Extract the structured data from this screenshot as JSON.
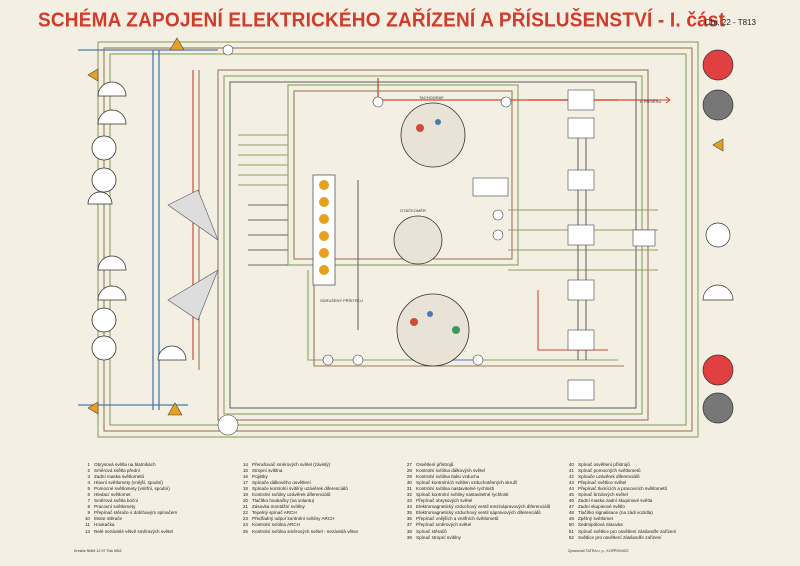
{
  "title": "SCHÉMA ZAPOJENÍ ELEKTRICKÉHO ZAŘÍZENÍ A PŘÍSLUŠENSTVÍ - I. část",
  "figure_ref": "Obr. 22 - T813",
  "diagram_labels": {
    "tachograph": "TACHOGRAF",
    "speedometer": "OTÁČKOMĚR",
    "combined_meter": "SDRUŽENÝ PŘÍSTROJ",
    "trailer_arrow": "K PŘÍVĚSU"
  },
  "legend_col1": [
    {
      "n": "1",
      "text": "Obrysová světla na blatníkách"
    },
    {
      "n": "2",
      "text": "Směrová světla přední"
    },
    {
      "n": "3",
      "text": "Zadní maska světlometů"
    },
    {
      "n": "4",
      "text": "Hlavní světlomety (vnější, spodní)"
    },
    {
      "n": "5",
      "text": "Pomocné světlomety (vnitřní, spodní)"
    },
    {
      "n": "6",
      "text": "Hledací světlomet"
    },
    {
      "n": "7",
      "text": "Směrová světla boční"
    },
    {
      "n": "8",
      "text": "Pracovní světlomety"
    },
    {
      "n": "9",
      "text": "Přepínač stěrače s dobíhavým spínačem"
    },
    {
      "n": "10",
      "text": "Motor stěrače"
    },
    {
      "n": "11",
      "text": "Houkačka"
    },
    {
      "n": "13",
      "text": "Relé nezávislé větvě směrových světel"
    }
  ],
  "legend_col2": [
    {
      "n": "14",
      "text": "Přerušovač směrových světel (závislý)"
    },
    {
      "n": "15",
      "text": "Stropní svítilna"
    },
    {
      "n": "16",
      "text": "Pojistky"
    },
    {
      "n": "17",
      "text": "Spínače dálkového osvětlení"
    },
    {
      "n": "18",
      "text": "Spínače kontrolní svítilny uzávěrek diferenciálů"
    },
    {
      "n": "19",
      "text": "Kontrolní svítilny uzávěrek diferenciálů"
    },
    {
      "n": "20",
      "text": "Tlačítko houkačky (na volantu)"
    },
    {
      "n": "21",
      "text": "Zásuvka montážní svítilny"
    },
    {
      "n": "22",
      "text": "Tepelný spínač ARCH"
    },
    {
      "n": "23",
      "text": "Předřadný odpor kontrolní svítilny ARCH"
    },
    {
      "n": "24",
      "text": "Kontrolní svítilna ARCH"
    },
    {
      "n": "25",
      "text": "Kontrolní svítilna směrových světel - nezávislá větev"
    }
  ],
  "legend_col3": [
    {
      "n": "27",
      "text": "Osvětlení přístrojů"
    },
    {
      "n": "28",
      "text": "Kontrolní svítilna dálkových světel"
    },
    {
      "n": "29",
      "text": "Kontrolní svítilna tlaku vzduchu"
    },
    {
      "n": "30",
      "text": "Spínač kontrolních svítilen vzduchotěsných skruží"
    },
    {
      "n": "31",
      "text": "Kontrolní svítilna nastavitelné rychlosti"
    },
    {
      "n": "32",
      "text": "Spínač kontrolní svítilny nastavitelné rychlosti"
    },
    {
      "n": "33",
      "text": "Přepínač obrysových světel"
    },
    {
      "n": "34",
      "text": "Elektromagnetický vzduchový ventil mezinápravových diferenciálů"
    },
    {
      "n": "35",
      "text": "Elektromagnetický vzduchový ventil nápravových diferenciálů"
    },
    {
      "n": "36",
      "text": "Přepínač vnějších a vnitřních světlometů"
    },
    {
      "n": "37",
      "text": "Přepínač směrových světel"
    },
    {
      "n": "38",
      "text": "Spínač stěračů"
    },
    {
      "n": "39",
      "text": "Spínač stropní svítilny"
    }
  ],
  "legend_col4": [
    {
      "n": "40",
      "text": "Spínač osvětlení přístrojů"
    },
    {
      "n": "41",
      "text": "Spínač pomocných světlometů"
    },
    {
      "n": "42",
      "text": "Spínače uzávěrek diferenciálů"
    },
    {
      "n": "43",
      "text": "Přepínač světlice světel"
    },
    {
      "n": "44",
      "text": "Přepínač tlumících a pracovních světlometů"
    },
    {
      "n": "45",
      "text": "Spínač brzdových světel"
    },
    {
      "n": "46",
      "text": "Zadní maska zadní skupinové světla"
    },
    {
      "n": "47",
      "text": "Zadní skupinové světlo"
    },
    {
      "n": "48",
      "text": "Tlačítko signalisace (na zádi vozidla)"
    },
    {
      "n": "49",
      "text": "Zpětný světlomet"
    },
    {
      "n": "50",
      "text": "Sedmipólová zásuvka"
    },
    {
      "n": "51",
      "text": "Spínač světlice pro osvětlení zásilandře zařízení"
    },
    {
      "n": "52",
      "text": "Světlice pro osvětlení zásilandře zařízení"
    }
  ],
  "footer_left": "Kreslilo NMM 12-97 Tisk MNZ",
  "footer_right": "Zpracovali TATRA n. p., KOPŘIVNICE",
  "colors": {
    "title": "#d23a2a",
    "wire_red": "#d24a3a",
    "wire_blue": "#4a7ab0",
    "wire_green": "#8aa060",
    "wire_brown": "#9a7a5a",
    "lamp_orange": "#e8a020",
    "paper": "#f4efe3"
  }
}
